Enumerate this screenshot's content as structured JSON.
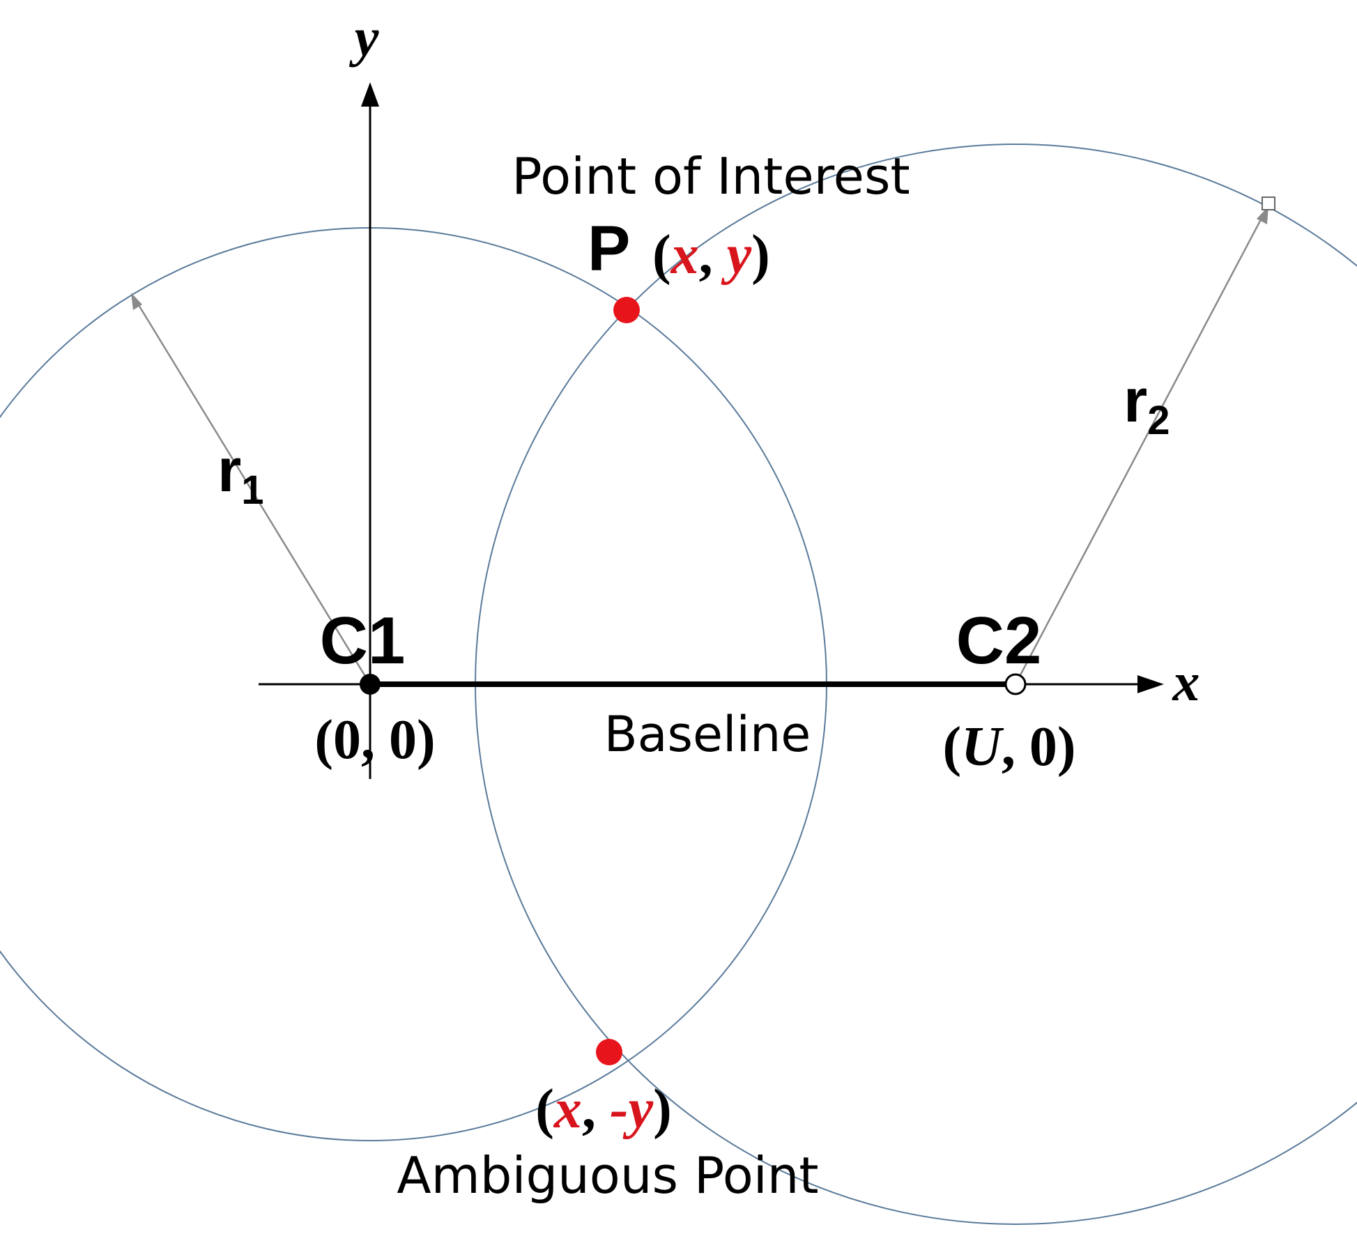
{
  "axes": {
    "x_label": "x",
    "y_label": "y"
  },
  "labels": {
    "point_of_interest": "Point of Interest",
    "ambiguous_point": "Ambiguous Point",
    "baseline": "Baseline",
    "c1": "C1",
    "c2": "C2",
    "c1_coord": "(0, 0)",
    "c2_coord_open": "(",
    "c2_coord_u": "U",
    "c2_coord_rest": ", 0)",
    "p_name": "P",
    "p_open": "(",
    "p_x": "x",
    "p_comma": ", ",
    "p_y": "y",
    "p_close": ")",
    "amb_open": "(",
    "amb_x": "x",
    "amb_comma": ", ",
    "amb_y": "-y",
    "amb_close": ")",
    "r1_main": "r",
    "r1_sub": "1",
    "r2_main": "r",
    "r2_sub": "2"
  },
  "colors": {
    "circle_stroke": "#5a7a9a",
    "point_red": "#e8141c",
    "coord_red": "#d8141c",
    "radius_arrow": "#8a8a8a",
    "axis": "#000000"
  }
}
